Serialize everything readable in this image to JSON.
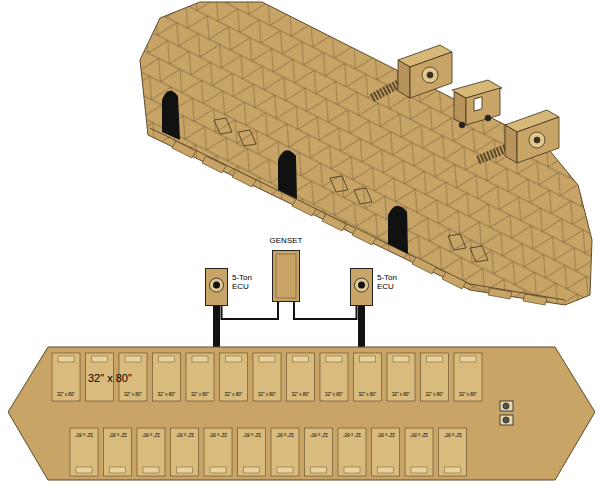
{
  "diagram": {
    "nodes": [
      {
        "text": [
          "5-Ton ECU"
        ]
      },
      {
        "text": [
          "GENSET"
        ]
      },
      {
        "text": [
          "5-Ton ECU"
        ]
      },
      {
        "text": [
          "32\" x 80\""
        ]
      }
    ],
    "edges": [
      {
        "from": 1,
        "to": 0,
        "arrow": "none"
      },
      {
        "from": 1,
        "to": 2,
        "arrow": "none"
      },
      {
        "from": 0,
        "to": 3,
        "arrow": "none"
      },
      {
        "from": 2,
        "to": 3,
        "arrow": "none"
      }
    ],
    "labels": [
      "32\" x 80\"",
      "32\" x 80\"",
      "32\" x 80\"",
      "32\" x 80\"",
      "32\" x 80\"",
      "32\" x 80\"",
      "32\" x 80\"",
      "32\" x 80\"",
      "32\" x 80\"",
      "32\" x 80\"",
      "32\" x 80\"",
      "32\" x 80\"",
      "32\" x 80\"",
      "32\" x 80\"",
      "32\" x 80\"",
      "32\" x 80\"",
      "32\" x 80\"",
      "32\" x 80\"",
      "32\" x 80\"",
      "32\" x 80\"",
      "32\" x 80\"",
      "32\" x 80\"",
      "32\" x 80\"",
      "32\" x 80\""
    ]
  }
}
